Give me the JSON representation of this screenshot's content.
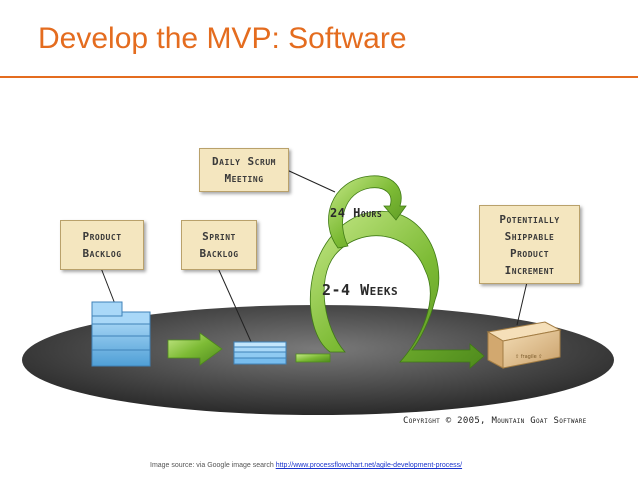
{
  "title": "Develop the MVP: Software",
  "notes": {
    "daily_scrum": [
      "Daily Scrum",
      "Meeting"
    ],
    "product_backlog": [
      "Product",
      "Backlog"
    ],
    "sprint_backlog": [
      "Sprint",
      "Backlog"
    ],
    "potentially_shippable": [
      "Potentially",
      "Shippable",
      "Product",
      "Increment"
    ]
  },
  "cycle_labels": {
    "hours": "24 Hours",
    "weeks": "2-4 Weeks"
  },
  "copyright": "Copyright © 2005, Mountain Goat Software",
  "source": {
    "prefix": "Image source: via Google image search",
    "link": "http://www.processflowchart.net/agile-development-process/"
  },
  "colors": {
    "title": "#e46c1f",
    "arrow_green": "#8bc43f",
    "backlog_blue": "#6fb6e8",
    "box_tan": "#e3c291"
  }
}
